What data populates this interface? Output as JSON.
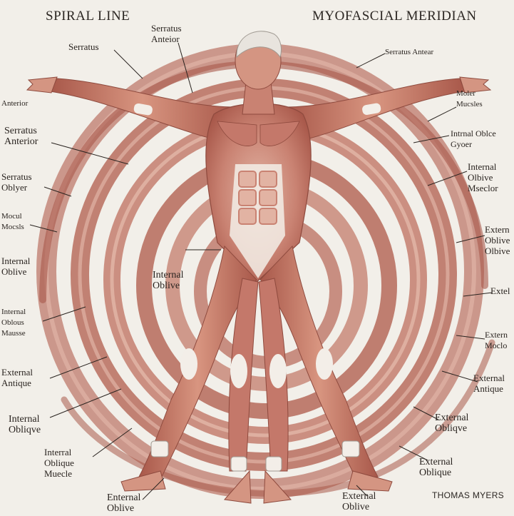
{
  "titles": {
    "left": "SPIRAL LINE",
    "right": "MYOFASCIAL MERIDIAN"
  },
  "signature": "THOMAS MYERS",
  "labels": {
    "serratus_top": "Serratus",
    "serratus_anterior_top": {
      "l1": "Serratus",
      "l2": "Anteior"
    },
    "serratus_antear_right": "Serratus Antear",
    "anterior_left_edge": "Anterior",
    "serratus_anterior_left": {
      "l1": "Serratus",
      "l2": "Anterior"
    },
    "serratus_oblyer_left": {
      "l1": "Serratus",
      "l2": "Oblyer"
    },
    "mocul_left": {
      "l1": "Mocul",
      "l2": "Mocsls"
    },
    "internal_left_edge": {
      "l1": "Internal",
      "l2": "Oblive"
    },
    "internal_oblive_center": {
      "l1": "Internal",
      "l2": "Oblive"
    },
    "internal_left_mid": {
      "l1": "Internal",
      "l2": "Oblous",
      "l3": "Mausse"
    },
    "external_antique_left": {
      "l1": "External",
      "l2": "Antique"
    },
    "internal_obliqve_left": {
      "l1": "Internal",
      "l2": "Obliqve"
    },
    "interral_oblique_muecle": {
      "l1": "Interral",
      "l2": "Oblique",
      "l3": "Muecle"
    },
    "enternal_oblive_bottom": {
      "l1": "Enternal",
      "l2": "Oblive"
    },
    "external_oblive_bottom": {
      "l1": "External",
      "l2": "Oblive"
    },
    "moler_right": {
      "l1": "Moler",
      "l2": "Mucsles"
    },
    "intrnal_oblce_right": {
      "l1": "Intrnal Oblce",
      "l2": "Gyoer"
    },
    "internal_olbive_right": {
      "l1": "Internal",
      "l2": "Olbive",
      "l3": "Mseclor"
    },
    "extern_right": {
      "l1": "Extern",
      "l2": "Oblive",
      "l3": "Olbive"
    },
    "extel_right": {
      "l1": "Extel"
    },
    "extern_moclo_right": {
      "l1": "Extern",
      "l2": "Moclo"
    },
    "external_antique_right": {
      "l1": "External",
      "l2": "Antique"
    },
    "external_obliqve_right": {
      "l1": "External",
      "l2": "Obliqve"
    },
    "external_oblique_bottom_right": {
      "l1": "External",
      "l2": "Oblique"
    }
  },
  "colors": {
    "background": "#f2efe9",
    "muscle_dark": "#a8584a",
    "muscle_mid": "#c98272",
    "muscle_light": "#e2b3a3",
    "tendon": "#f3eee8",
    "skin": "#d8a58e",
    "ink": "#2a2420"
  }
}
